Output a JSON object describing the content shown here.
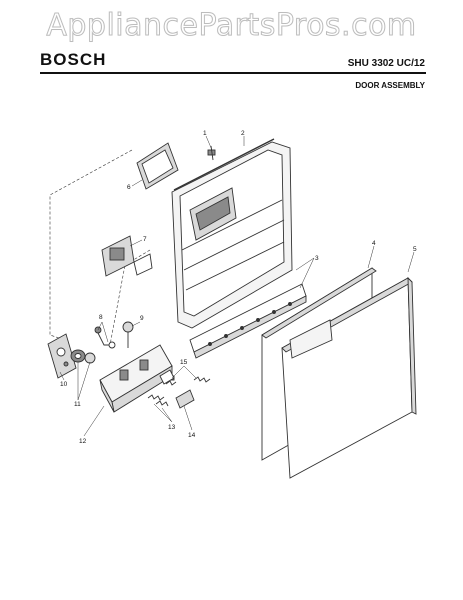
{
  "watermark": "AppliancePartsPros.com",
  "header": {
    "brand": "BOSCH",
    "model": "SHU 3302 UC/12",
    "section": "DOOR ASSEMBLY"
  },
  "callouts": [
    "1",
    "2",
    "3",
    "4",
    "5",
    "6",
    "7",
    "8",
    "9",
    "10",
    "11",
    "12",
    "13",
    "14",
    "15"
  ],
  "colors": {
    "line": "#333333",
    "panel": "#f4f4f4",
    "shade": "#d9d9d9",
    "dark": "#8a8a8a"
  }
}
